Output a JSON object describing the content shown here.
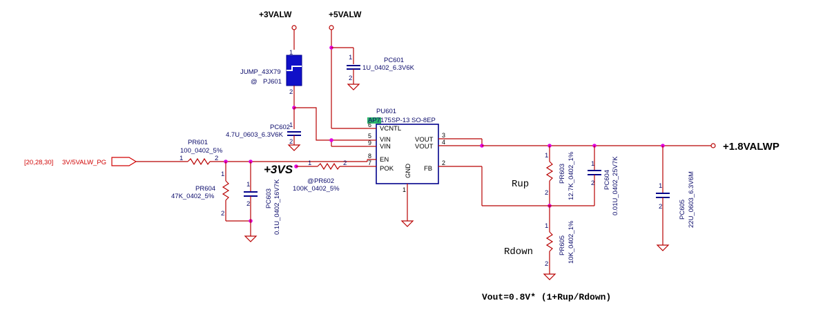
{
  "rails": {
    "v3alw": "+3VALW",
    "v5alw": "+5VALW",
    "v3vs": "+3VS",
    "out": "+1.8VALWP"
  },
  "jumper": {
    "name": "JUMP_43X79",
    "at": "@",
    "ref": "PJ601",
    "pin1": "1",
    "pin2": "2"
  },
  "ic": {
    "ref": "PU601",
    "part_a": "AP7175",
    "part_b": "SP-13 SO-8EP",
    "pins": {
      "vcntl": "VCNTL",
      "vin1": "VIN",
      "vin2": "VIN",
      "en": "EN",
      "pok": "POK",
      "vout1": "VOUT",
      "vout2": "VOUT",
      "fb": "FB",
      "gnd": "GND"
    },
    "pin_numbers": {
      "p6": "6",
      "p5": "5",
      "p9": "9",
      "p8": "8",
      "p7": "7",
      "p3": "3",
      "p4": "4",
      "p2": "2",
      "p1": "1"
    }
  },
  "components": {
    "pc601": {
      "ref": "PC601",
      "value": "1U_0402_6.3V6K",
      "p1": "1",
      "p2": "2"
    },
    "pc602": {
      "ref": "PC602",
      "value": "4.7U_0603_6.3V6K",
      "p1": "1",
      "p2": "2"
    },
    "pr601": {
      "ref": "PR601",
      "value": "100_0402_5%",
      "p1": "1",
      "p2": "2"
    },
    "pr604": {
      "ref": "PR604",
      "value": "47K_0402_5%",
      "p1": "1",
      "p2": "2"
    },
    "pc603": {
      "ref": "PC603",
      "value": "0.1U_0402_16V7K",
      "p1": "1",
      "p2": "2"
    },
    "pr602": {
      "ref": "PR602",
      "at": "@",
      "value": "100K_0402_5%",
      "p1": "1",
      "p2": "2"
    },
    "pr603": {
      "ref": "PR603",
      "value": "12.7K_0402_1%",
      "p1": "1",
      "p2": "2"
    },
    "pc604": {
      "ref": "PC604",
      "value": "0.01U_0402_25V7K",
      "p1": "1",
      "p2": "2"
    },
    "pr605": {
      "ref": "PR605",
      "value": "10K_0402_1%",
      "p1": "1",
      "p2": "2"
    },
    "pc605": {
      "ref": "PC605",
      "value": "22U_0603_6.3V6M",
      "p1": "1",
      "p2": "2"
    }
  },
  "offpage": {
    "pages": "[20,28,30]",
    "net": "3V/5VALW_PG"
  },
  "labels": {
    "rup": "Rup",
    "rdown": "Rdown",
    "formula": "Vout=0.8V* (1+Rup/Rdown)"
  },
  "colors": {
    "wire": "#b80000",
    "junction": "#e000e0",
    "part": "#00008a",
    "jumper_fill": "#1010c8",
    "ic_highlight": "#2db36b",
    "offpage": "#d00000"
  }
}
